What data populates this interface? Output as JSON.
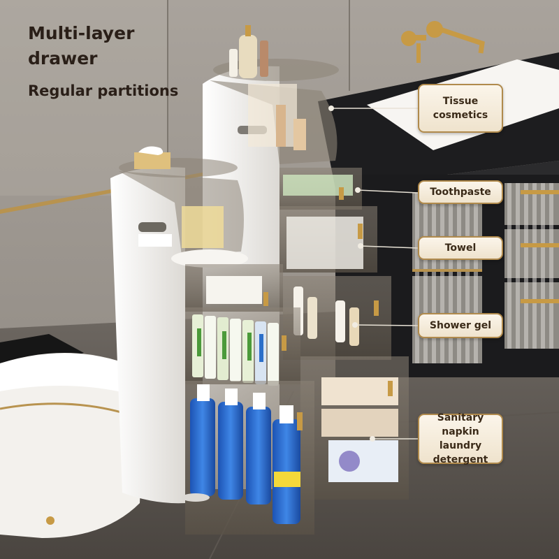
{
  "headline": {
    "line1": "Multi-layer",
    "line2": "drawer",
    "sub": "Regular partitions"
  },
  "callouts": [
    {
      "line1": "Tissue",
      "line2": "cosmetics"
    },
    {
      "line1": "Toothpaste"
    },
    {
      "line1": "Towel"
    },
    {
      "line1": "Shower gel"
    },
    {
      "line1": "Sanitary",
      "line2": "napkin laundry",
      "line3": "detergent"
    }
  ],
  "colors": {
    "accent_gold": "#b08a4c",
    "cabinet_white": "#f2f0ec",
    "drawer_tint": "#6e655a",
    "counter_black": "#1d1d1f"
  }
}
